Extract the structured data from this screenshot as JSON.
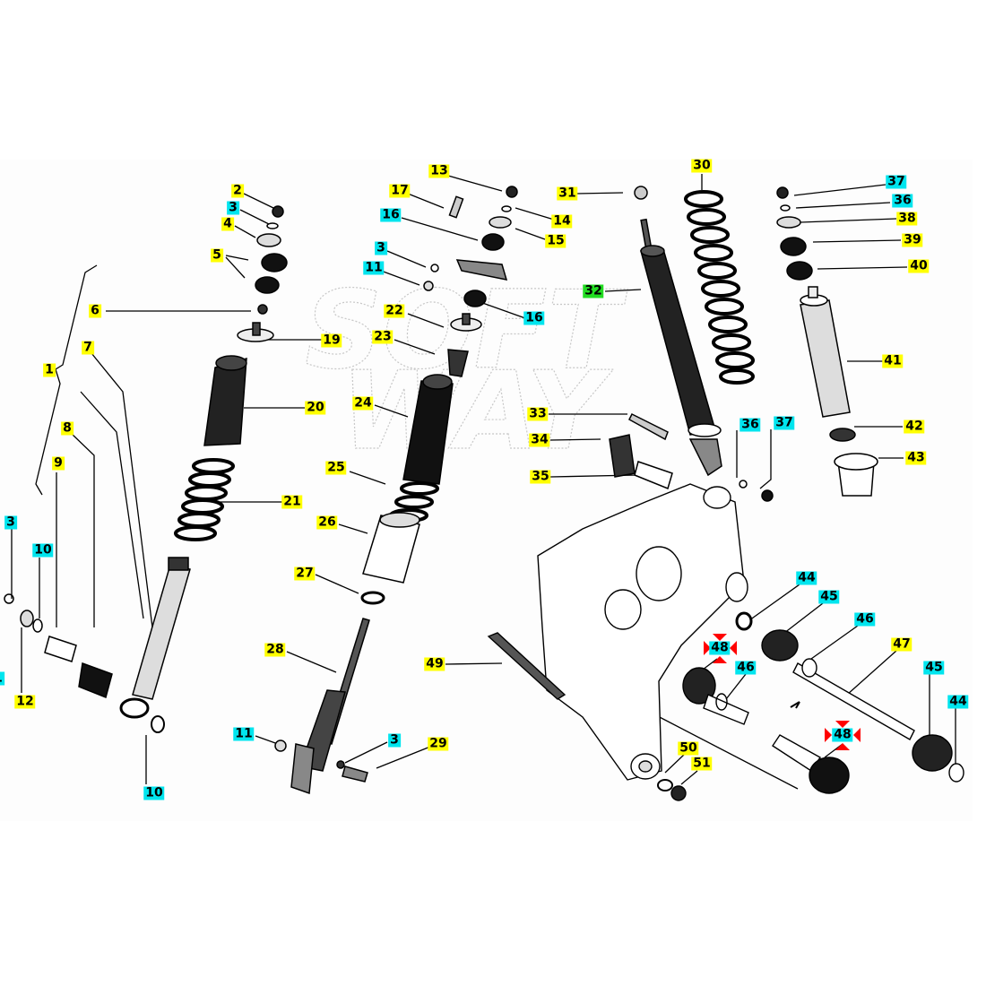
{
  "diagram": {
    "watermark": "SOFT WAY",
    "colors": {
      "yellow": "#ffff00",
      "cyan": "#00e5ee",
      "green": "#22dd22",
      "marker": "#ff0000"
    },
    "labels": [
      {
        "num": "1",
        "color": "yellow"
      },
      {
        "num": "2",
        "color": "yellow"
      },
      {
        "num": "3",
        "color": "cyan"
      },
      {
        "num": "4",
        "color": "yellow"
      },
      {
        "num": "5",
        "color": "yellow"
      },
      {
        "num": "6",
        "color": "yellow"
      },
      {
        "num": "7",
        "color": "yellow"
      },
      {
        "num": "8",
        "color": "yellow"
      },
      {
        "num": "9",
        "color": "yellow"
      },
      {
        "num": "3",
        "color": "cyan"
      },
      {
        "num": "10",
        "color": "cyan"
      },
      {
        "num": "12",
        "color": "yellow"
      },
      {
        "num": "1",
        "color": "cyan"
      },
      {
        "num": "10",
        "color": "cyan"
      },
      {
        "num": "19",
        "color": "yellow"
      },
      {
        "num": "20",
        "color": "yellow"
      },
      {
        "num": "21",
        "color": "yellow"
      },
      {
        "num": "13",
        "color": "yellow"
      },
      {
        "num": "17",
        "color": "yellow"
      },
      {
        "num": "16",
        "color": "cyan"
      },
      {
        "num": "3",
        "color": "cyan"
      },
      {
        "num": "11",
        "color": "cyan"
      },
      {
        "num": "22",
        "color": "yellow"
      },
      {
        "num": "23",
        "color": "yellow"
      },
      {
        "num": "24",
        "color": "yellow"
      },
      {
        "num": "25",
        "color": "yellow"
      },
      {
        "num": "26",
        "color": "yellow"
      },
      {
        "num": "27",
        "color": "yellow"
      },
      {
        "num": "28",
        "color": "yellow"
      },
      {
        "num": "11",
        "color": "cyan"
      },
      {
        "num": "3",
        "color": "cyan"
      },
      {
        "num": "29",
        "color": "yellow"
      },
      {
        "num": "14",
        "color": "yellow"
      },
      {
        "num": "15",
        "color": "yellow"
      },
      {
        "num": "16",
        "color": "cyan"
      },
      {
        "num": "31",
        "color": "yellow"
      },
      {
        "num": "30",
        "color": "yellow"
      },
      {
        "num": "32",
        "color": "green"
      },
      {
        "num": "33",
        "color": "yellow"
      },
      {
        "num": "34",
        "color": "yellow"
      },
      {
        "num": "35",
        "color": "yellow"
      },
      {
        "num": "36",
        "color": "cyan"
      },
      {
        "num": "37",
        "color": "cyan"
      },
      {
        "num": "37",
        "color": "cyan"
      },
      {
        "num": "36",
        "color": "cyan"
      },
      {
        "num": "38",
        "color": "yellow"
      },
      {
        "num": "39",
        "color": "yellow"
      },
      {
        "num": "40",
        "color": "yellow"
      },
      {
        "num": "41",
        "color": "yellow"
      },
      {
        "num": "42",
        "color": "yellow"
      },
      {
        "num": "43",
        "color": "yellow"
      },
      {
        "num": "44",
        "color": "cyan"
      },
      {
        "num": "45",
        "color": "cyan"
      },
      {
        "num": "46",
        "color": "cyan"
      },
      {
        "num": "47",
        "color": "yellow"
      },
      {
        "num": "45",
        "color": "cyan"
      },
      {
        "num": "44",
        "color": "cyan"
      },
      {
        "num": "48",
        "color": "cyan"
      },
      {
        "num": "46",
        "color": "cyan"
      },
      {
        "num": "48",
        "color": "cyan"
      },
      {
        "num": "50",
        "color": "yellow"
      },
      {
        "num": "51",
        "color": "yellow"
      },
      {
        "num": "49",
        "color": "yellow"
      }
    ]
  }
}
